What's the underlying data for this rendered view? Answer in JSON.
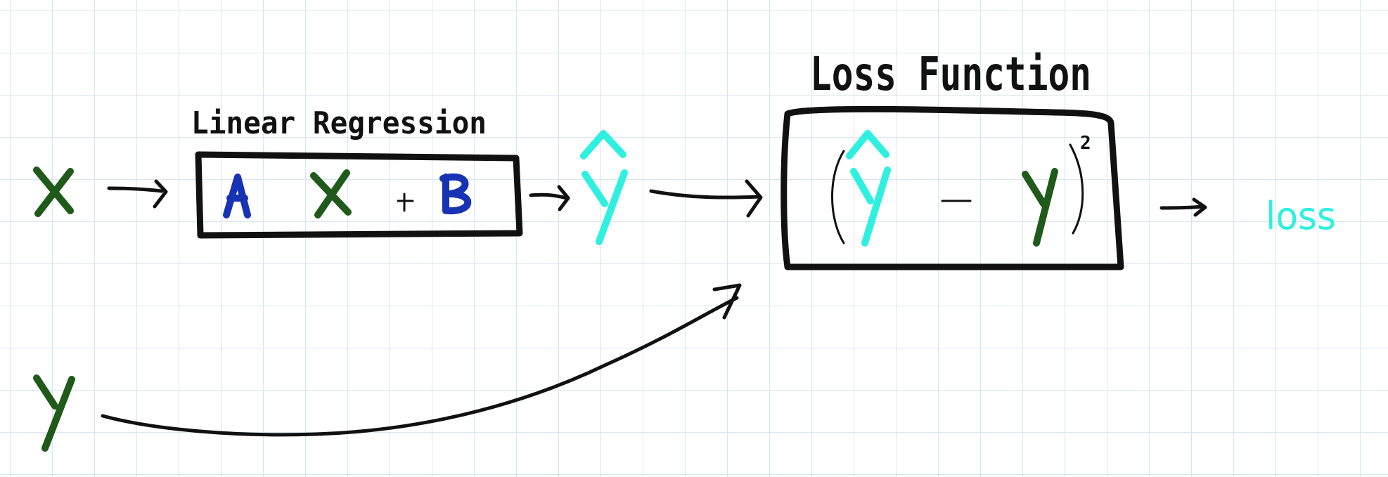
{
  "title_linear": "Linear Regression",
  "title_loss": "Loss Function",
  "exponent": "2",
  "output_label": "loss",
  "symbols": {
    "input_x": "X",
    "input_y": "Y",
    "coef_a": "A",
    "coef_b": "B",
    "prediction": "Y-hat",
    "plus": "+",
    "minus": "-"
  },
  "colors": {
    "ink": "#111111",
    "variable_green": "#1f5a1a",
    "prediction_cyan": "#2ff0e0",
    "parameter_blue": "#1733b3"
  }
}
